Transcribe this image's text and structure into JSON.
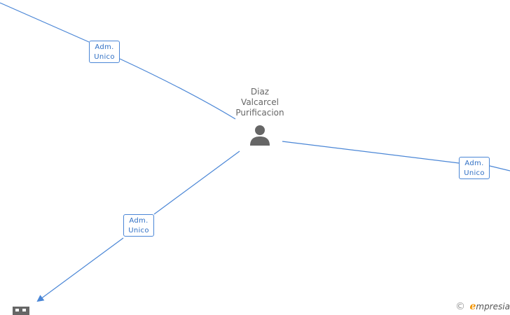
{
  "person": {
    "name_lines": [
      "Diaz",
      "Valcarcel",
      "Purificacion"
    ],
    "icon": "person-icon"
  },
  "relations": [
    {
      "line1": "Adm.",
      "line2": "Unico"
    },
    {
      "line1": "Adm.",
      "line2": "Unico"
    },
    {
      "line1": "Adm.",
      "line2": "Unico"
    }
  ],
  "company": {
    "icon": "building-icon"
  },
  "brand": {
    "copyright": "©",
    "e": "e",
    "rest": "mpresia",
    "accent_color": "#f29400"
  },
  "colors": {
    "edge": "#4a86d6",
    "node_text": "#666666"
  }
}
